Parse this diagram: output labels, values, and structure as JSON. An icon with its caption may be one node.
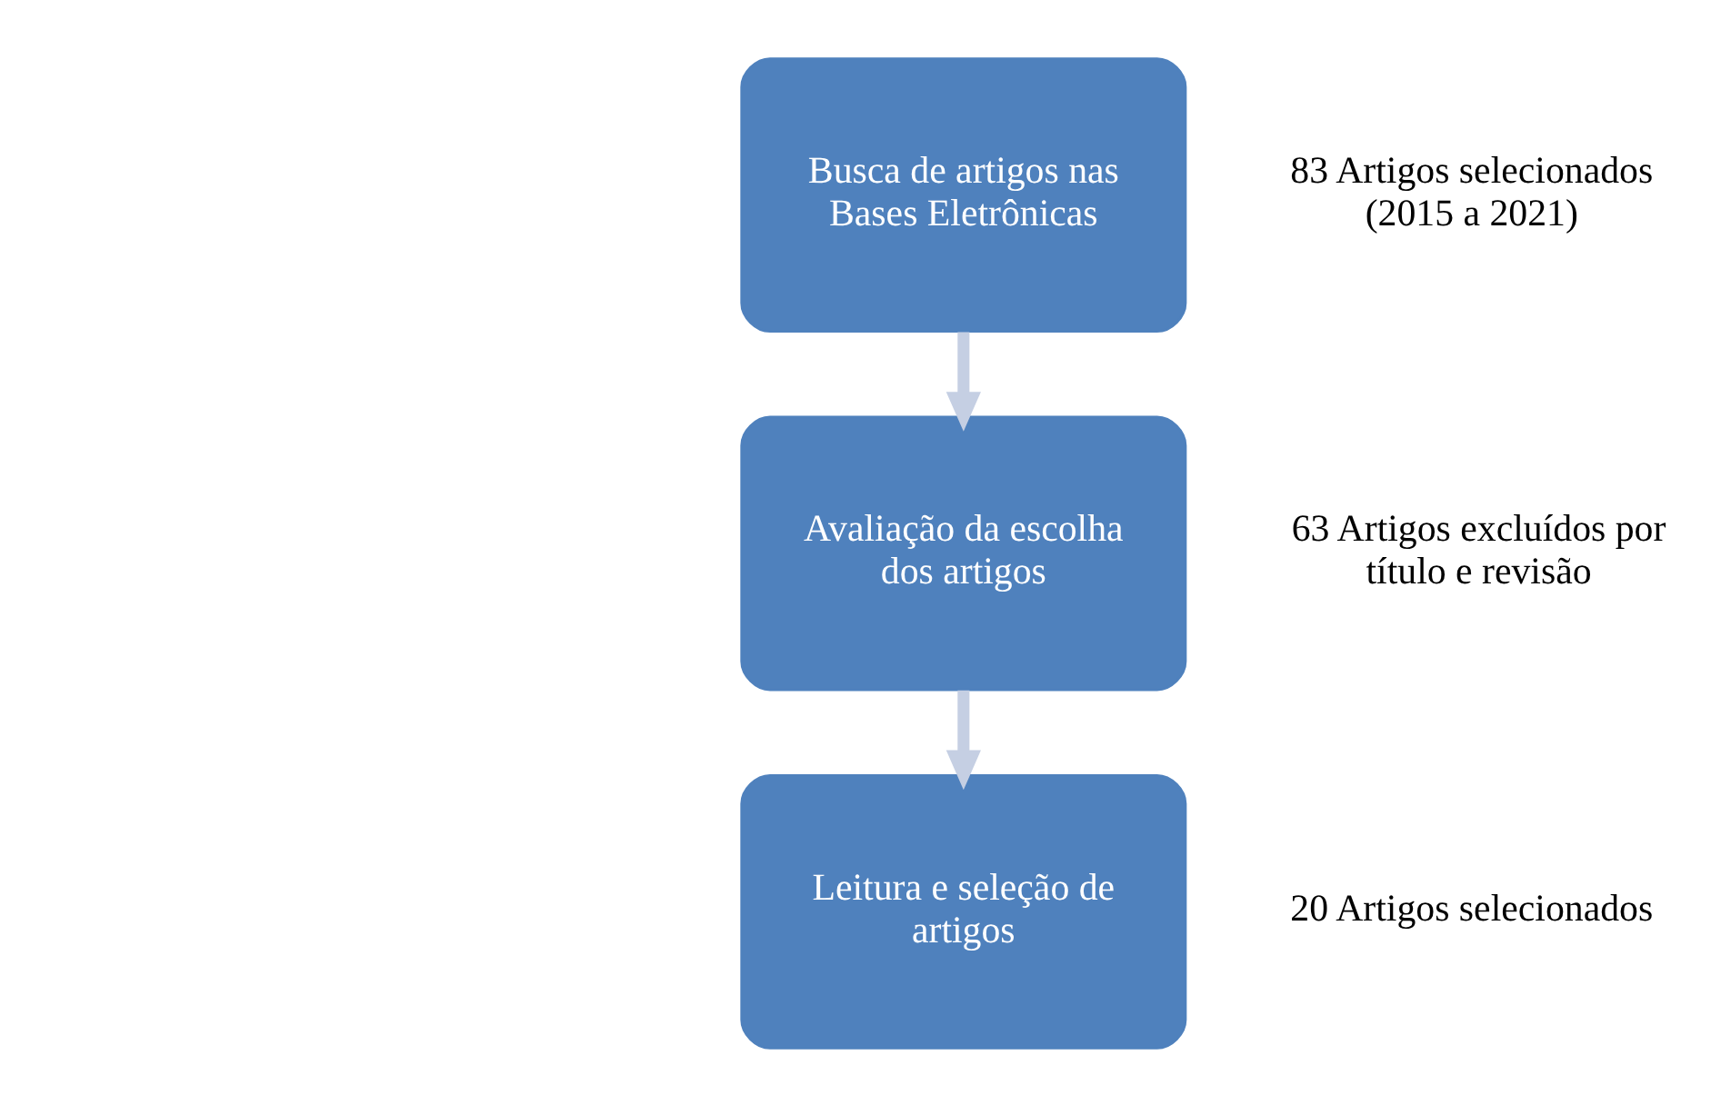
{
  "diagram": {
    "nodes": [
      {
        "text": [
          "Busca de artigos nas Bases Eletrônicas"
        ],
        "beside": [
          "83 Artigos selecionados (2015 a 2021)"
        ]
      },
      {
        "text": [
          "Avaliação da escolha dos artigos"
        ],
        "beside": [
          "63 Artigos excluídos por título e revisão"
        ]
      },
      {
        "text": [
          "Leitura e seleção de artigos"
        ],
        "beside": [
          "20 Artigos selecionados"
        ]
      }
    ],
    "edges": [
      {
        "from": 0,
        "to": 1,
        "arrow": "to"
      },
      {
        "from": 1,
        "to": 2,
        "arrow": "to"
      }
    ]
  }
}
